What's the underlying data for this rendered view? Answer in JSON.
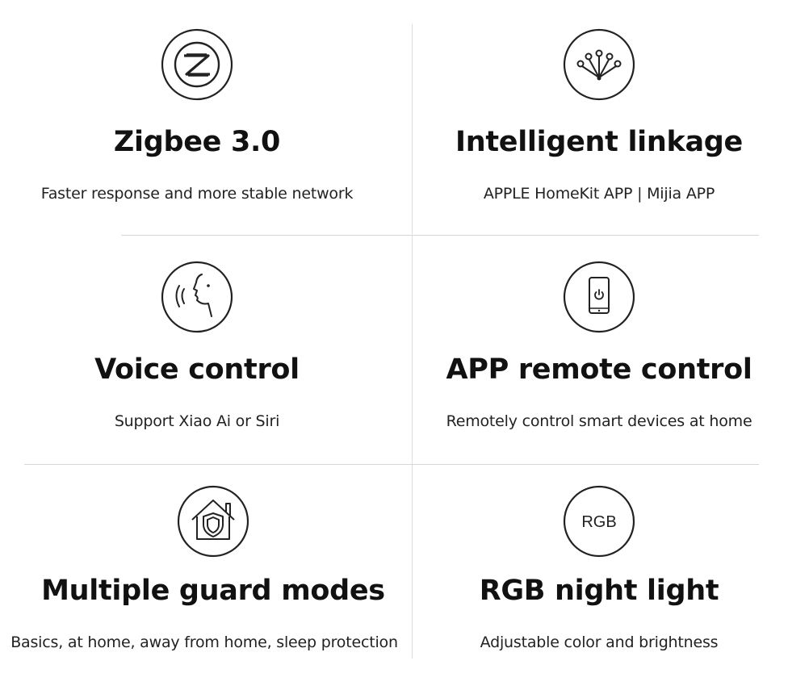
{
  "features": [
    {
      "icon": "zigbee-z-icon",
      "title": "Zigbee 3.0",
      "subtitle": "Faster response and more stable network"
    },
    {
      "icon": "network-linkage-icon",
      "title": "Intelligent linkage",
      "subtitle": "APPLE HomeKit APP | Mijia APP"
    },
    {
      "icon": "voice-face-icon",
      "title": "Voice control",
      "subtitle": "Support Xiao Ai or Siri"
    },
    {
      "icon": "phone-power-icon",
      "title": "APP remote control",
      "subtitle": "Remotely control smart devices at home"
    },
    {
      "icon": "home-shield-icon",
      "title": "Multiple guard modes",
      "subtitle": "Basics, at home, away from home, sleep protection"
    },
    {
      "icon": "rgb-icon",
      "icon_text": "RGB",
      "title": "RGB night light",
      "subtitle": "Adjustable color and brightness"
    }
  ],
  "colors": {
    "text": "#111111",
    "divider": "#d6d6d6",
    "icon_stroke": "#222222"
  }
}
